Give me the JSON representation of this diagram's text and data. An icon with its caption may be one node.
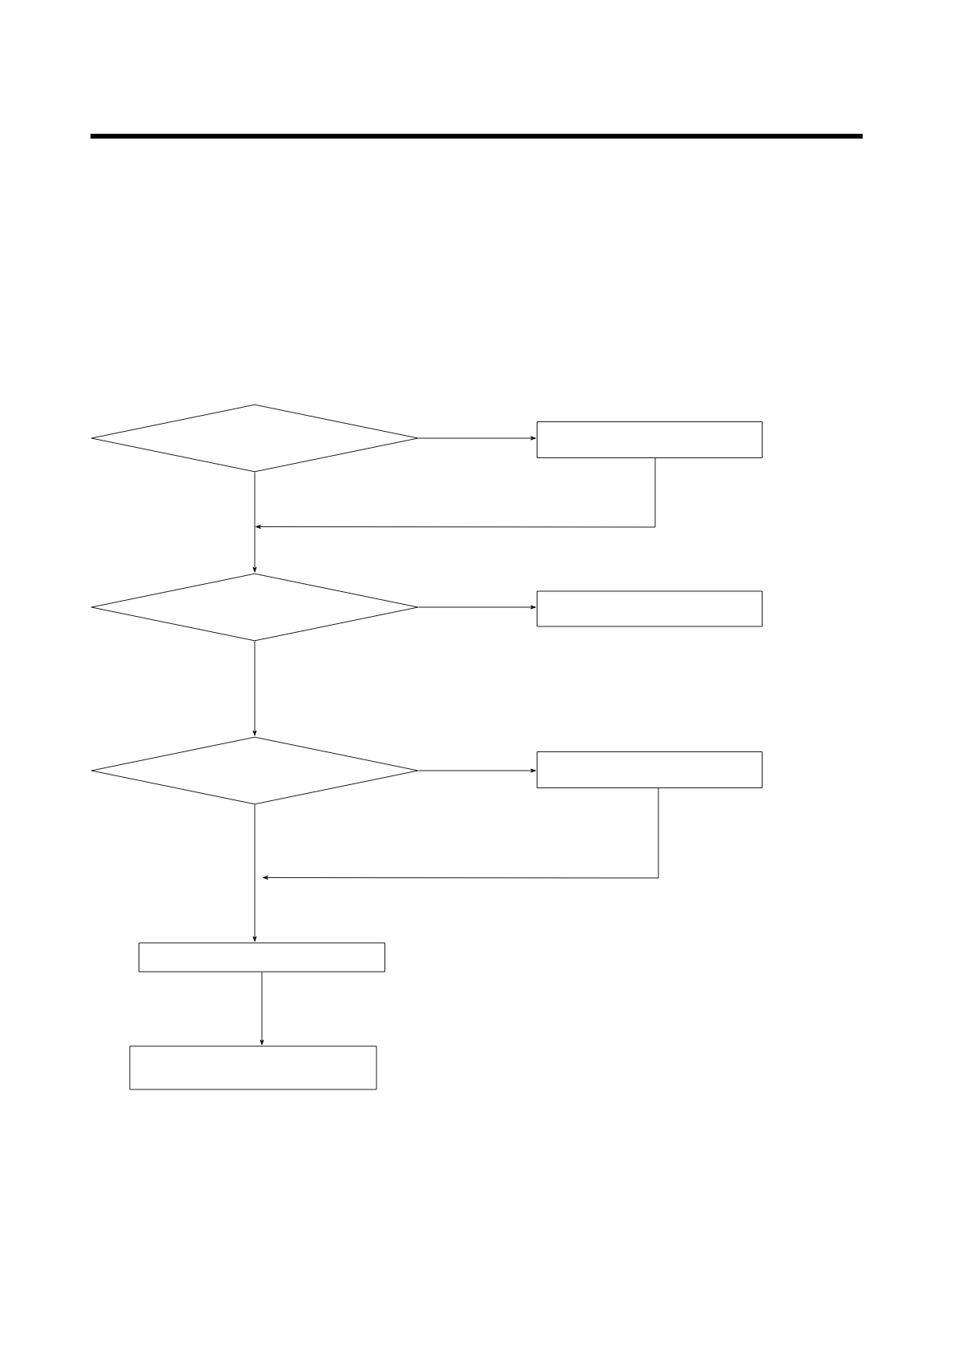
{
  "diagram": {
    "nodes": [
      {
        "text": [],
        "shape": "diamond"
      },
      {
        "text": [],
        "shape": "box"
      },
      {
        "text": [],
        "shape": "diamond"
      },
      {
        "text": [],
        "shape": "box"
      },
      {
        "text": [],
        "shape": "diamond"
      },
      {
        "text": [],
        "shape": "box"
      },
      {
        "text": [],
        "shape": "box"
      },
      {
        "text": [],
        "shape": "box"
      }
    ],
    "edges": [
      {
        "from": 0,
        "to": 1,
        "arrow": "to"
      },
      {
        "from": 0,
        "to": 2,
        "arrow": "to"
      },
      {
        "from": 1,
        "to": 2,
        "arrow": "to"
      },
      {
        "from": 2,
        "to": 3,
        "arrow": "to"
      },
      {
        "from": 2,
        "to": 4,
        "arrow": "to"
      },
      {
        "from": 4,
        "to": 5,
        "arrow": "to"
      },
      {
        "from": 4,
        "to": 6,
        "arrow": "to"
      },
      {
        "from": 5,
        "to": 6,
        "arrow": "to"
      },
      {
        "from": 6,
        "to": 7,
        "arrow": "to"
      }
    ]
  }
}
